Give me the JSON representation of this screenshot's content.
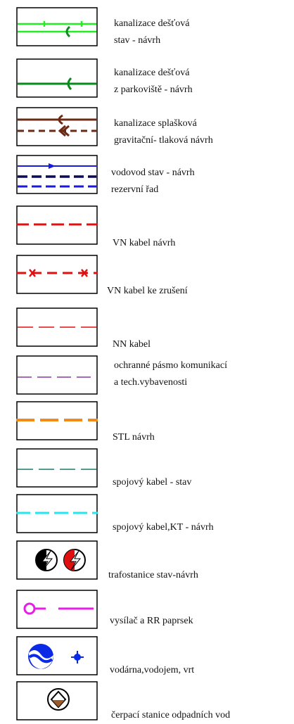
{
  "legend": {
    "items": [
      {
        "id": "dest",
        "line1": "kanalizace dešťová",
        "line2": "stav - návrh"
      },
      {
        "id": "park",
        "line1": "kanalizace dešťová",
        "line2": "z parkoviště - návrh"
      },
      {
        "id": "splas",
        "line1": "kanalizace splašková",
        "line2": "gravitační- tlaková návrh"
      },
      {
        "id": "vodovod",
        "line1": "vodovod stav - návrh",
        "line2": "rezervní řad"
      },
      {
        "id": "vn",
        "line1": "VN kabel návrh"
      },
      {
        "id": "vnz",
        "line1": "VN kabel ke zrušení"
      },
      {
        "id": "nn",
        "line1": "NN kabel"
      },
      {
        "id": "ochr",
        "line1": "ochranné pásmo komunikací",
        "line2": "a tech.vybavenosti"
      },
      {
        "id": "stl",
        "line1": "STL návrh"
      },
      {
        "id": "spoj",
        "line1": "spojový kabel - stav"
      },
      {
        "id": "spojkt",
        "line1": "spojový kabel,KT - návrh"
      },
      {
        "id": "trafo",
        "line1": "trafostanice stav-návrh"
      },
      {
        "id": "vysil",
        "line1": "vysílač a RR paprsek"
      },
      {
        "id": "vodarna",
        "line1": "vodárna,vodojem, vrt"
      },
      {
        "id": "cerp",
        "line1": "čerpací stanice odpadních vod"
      }
    ]
  },
  "colors": {
    "rain_existing": "#22ee22",
    "rain_proposed": "#0a8a1e",
    "sewer": "#6b2a14",
    "water_existing": "#1a1adc",
    "water_proposed": "#0a0a5a",
    "vn": "#e01010",
    "protection": "#8a3aa8",
    "stl": "#f08a1a",
    "telecom": "#1a7a6a",
    "telecom_kt": "#22e6f0",
    "transmitter": "#e61ee6",
    "waterworks": "#0a2ae6",
    "pump": "#9a5a2a"
  }
}
